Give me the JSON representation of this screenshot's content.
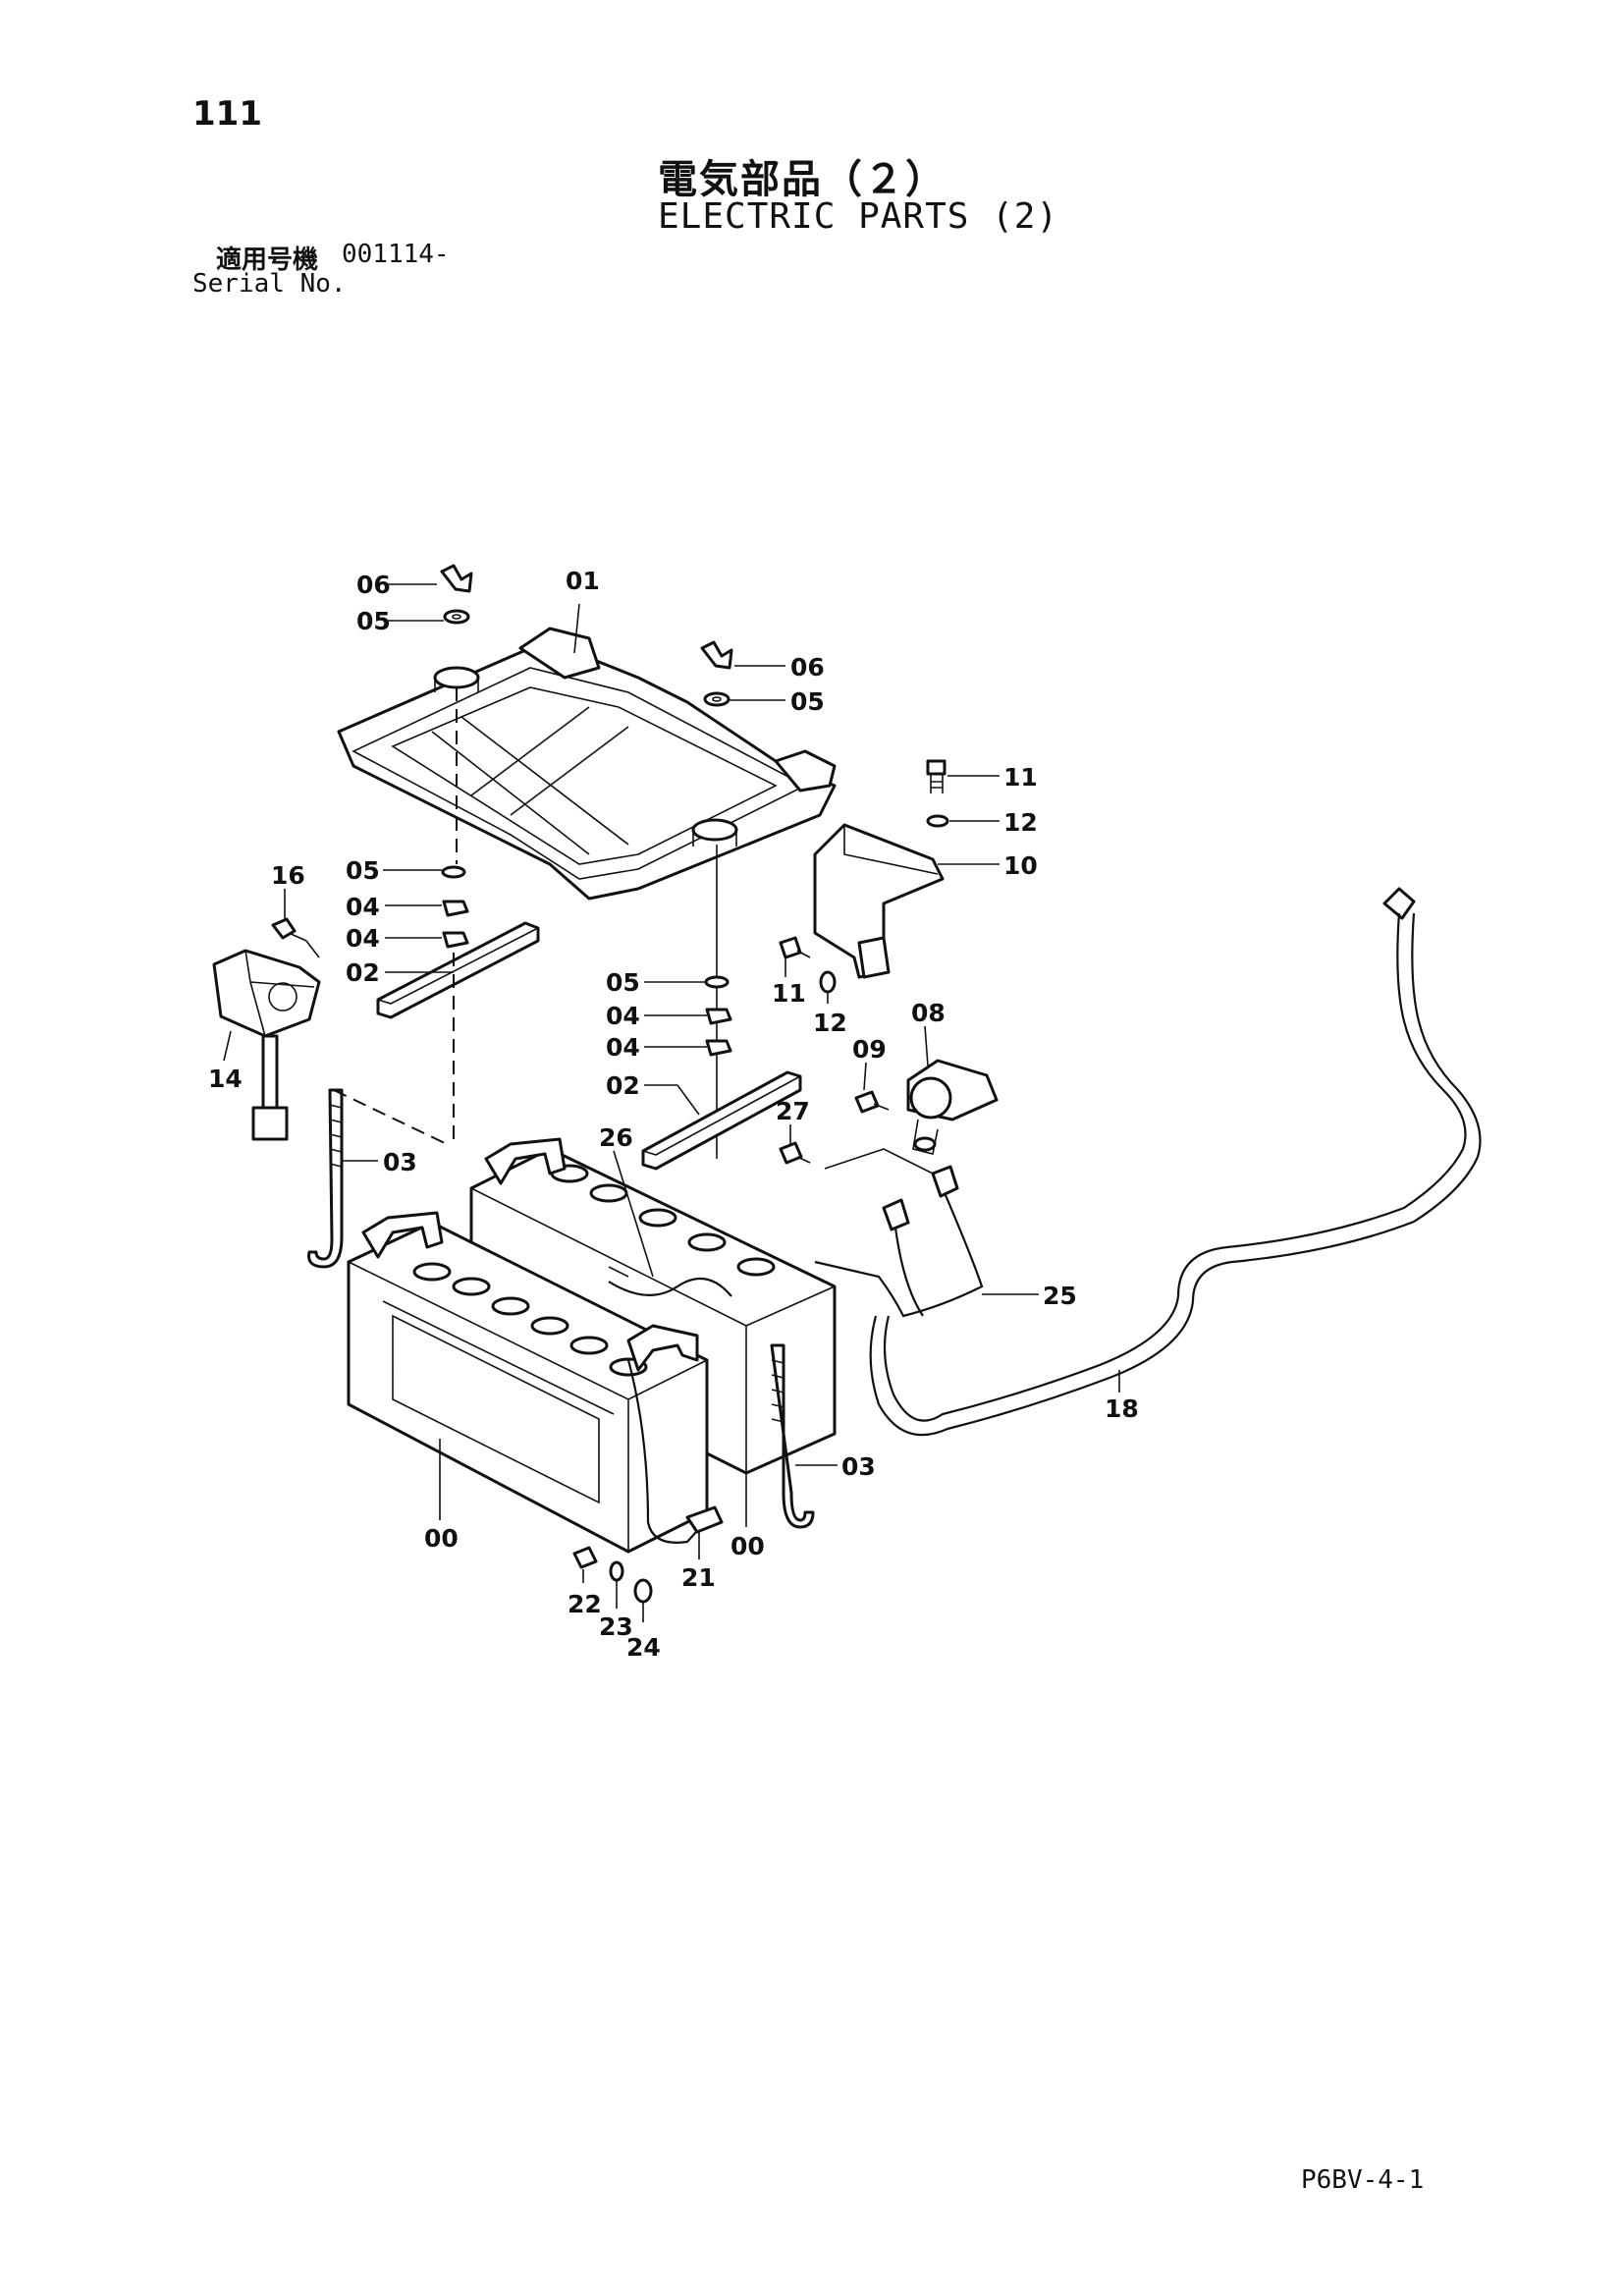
{
  "header": {
    "page_number": "111",
    "title_jp": "電気部品（２）",
    "title_en": "ELECTRIC PARTS (2)",
    "serial_label_jp": "適用号機",
    "serial_value": "001114-",
    "serial_label_en": "Serial No."
  },
  "footer": {
    "code": "P6BV-4-1"
  },
  "callouts": {
    "c01": "01",
    "c06a": "06",
    "c05a": "05",
    "c06b": "06",
    "c05b": "05",
    "c05c": "05",
    "c04a": "04",
    "c04b": "04",
    "c02a": "02",
    "c16": "16",
    "c14": "14",
    "c03a": "03",
    "c11a": "11",
    "c12a": "12",
    "c10": "10",
    "c11b": "11",
    "c12b": "12",
    "c05d": "05",
    "c04c": "04",
    "c04d": "04",
    "c02b": "02",
    "c08": "08",
    "c09": "09",
    "c27": "27",
    "c26": "26",
    "c25": "25",
    "c18": "18",
    "c03b": "03",
    "c00a": "00",
    "c00b": "00",
    "c21": "21",
    "c22": "22",
    "c23": "23",
    "c24": "24"
  }
}
